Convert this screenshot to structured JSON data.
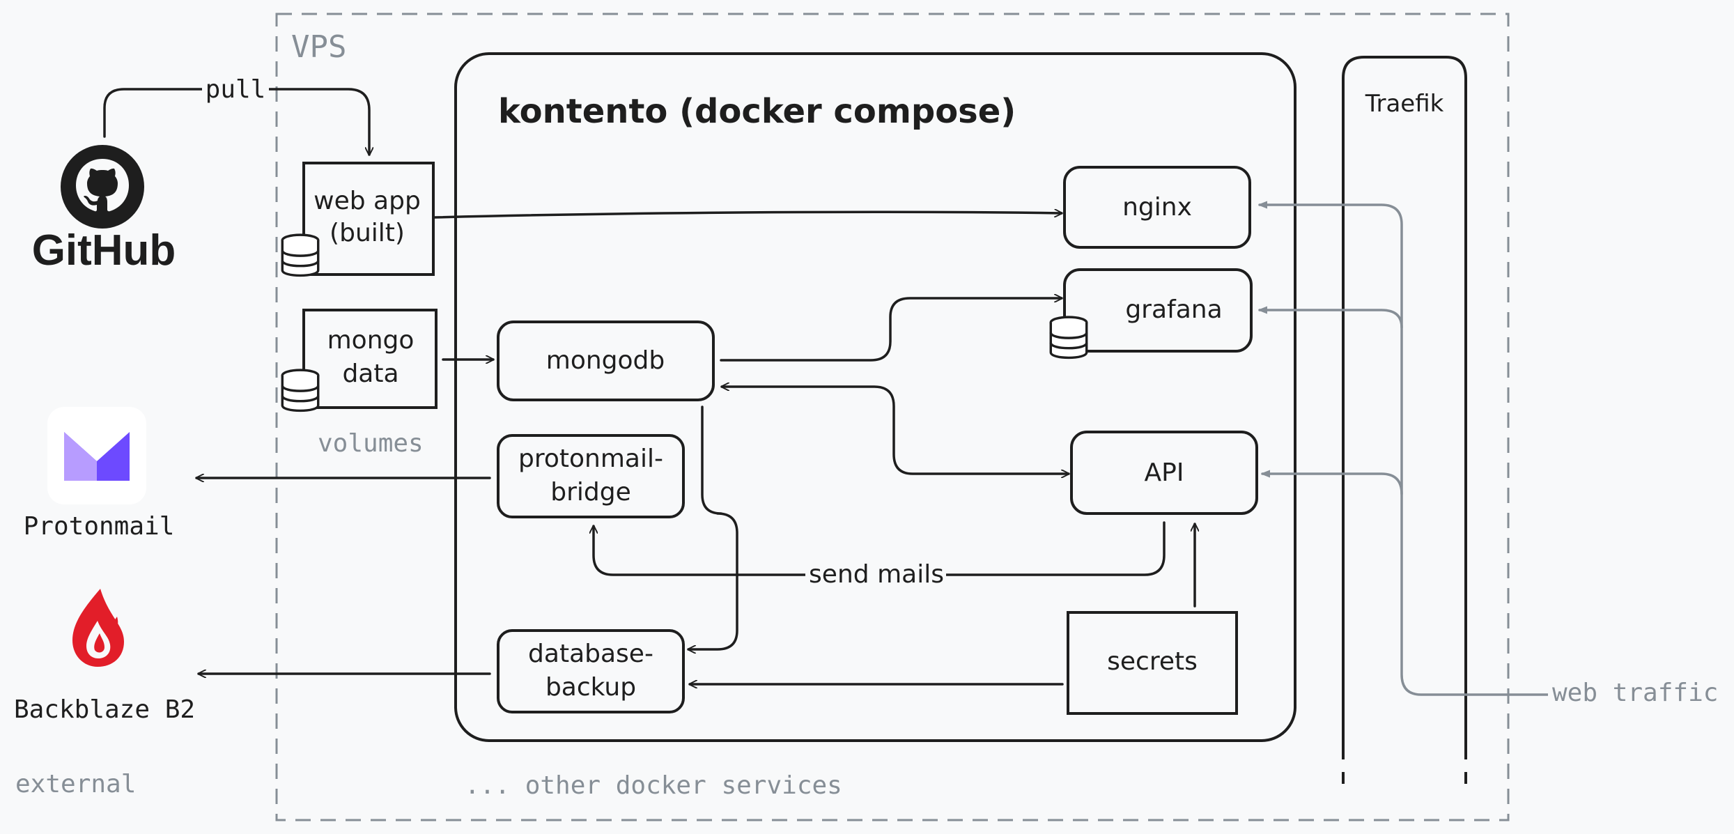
{
  "regions": {
    "vps": "VPS",
    "compose": "kontento (docker compose)",
    "traefik": "Traefik",
    "volumes": "volumes",
    "external": "external",
    "other_services": "... other docker services"
  },
  "nodes": {
    "web_app_line1": "web app",
    "web_app_line2": "(built)",
    "mongo_data_line1": "mongo",
    "mongo_data_line2": "data",
    "nginx": "nginx",
    "grafana": "grafana",
    "mongodb": "mongodb",
    "api": "API",
    "protonmail_bridge_line1": "protonmail-",
    "protonmail_bridge_line2": "bridge",
    "database_backup_line1": "database-",
    "database_backup_line2": "backup",
    "secrets": "secrets"
  },
  "external": {
    "github": "GitHub",
    "protonmail": "Protonmail",
    "backblaze": "Backblaze B2"
  },
  "edge_labels": {
    "pull": "pull",
    "send_mails": "send mails",
    "web_traffic": "web traffic"
  },
  "colors": {
    "ink": "#1e1e1e",
    "muted": "#868e96",
    "proton": "#6d4aff",
    "backblaze": "#e21e29"
  },
  "icons": [
    "github-icon",
    "protonmail-icon",
    "backblaze-icon",
    "database-icon"
  ]
}
